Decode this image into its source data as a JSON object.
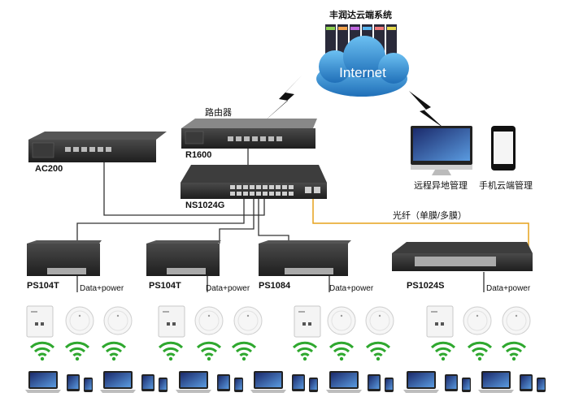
{
  "cloud": {
    "title": "丰润达云端系统",
    "internet": "Internet"
  },
  "labels": {
    "router_caption": "路由器",
    "router": "R1600",
    "ac": "AC200",
    "core": "NS1024G",
    "remote_mgmt": "远程异地管理",
    "mobile_mgmt": "手机云端管理",
    "fiber": "光纤（单膜/多膜）"
  },
  "access_switches": [
    {
      "model": "PS104T",
      "link": "Data+power"
    },
    {
      "model": "PS104T",
      "link": "Data+power"
    },
    {
      "model": "PS1084",
      "link": "Data+power"
    },
    {
      "model": "PS1024S",
      "link": "Data+power"
    }
  ],
  "colors": {
    "device_dark": "#2b2b2b",
    "cloud_blue": "#2f8fd8",
    "wifi_green": "#2fa82f",
    "fiber_orange": "#e6a21c",
    "cable": "#333333"
  }
}
